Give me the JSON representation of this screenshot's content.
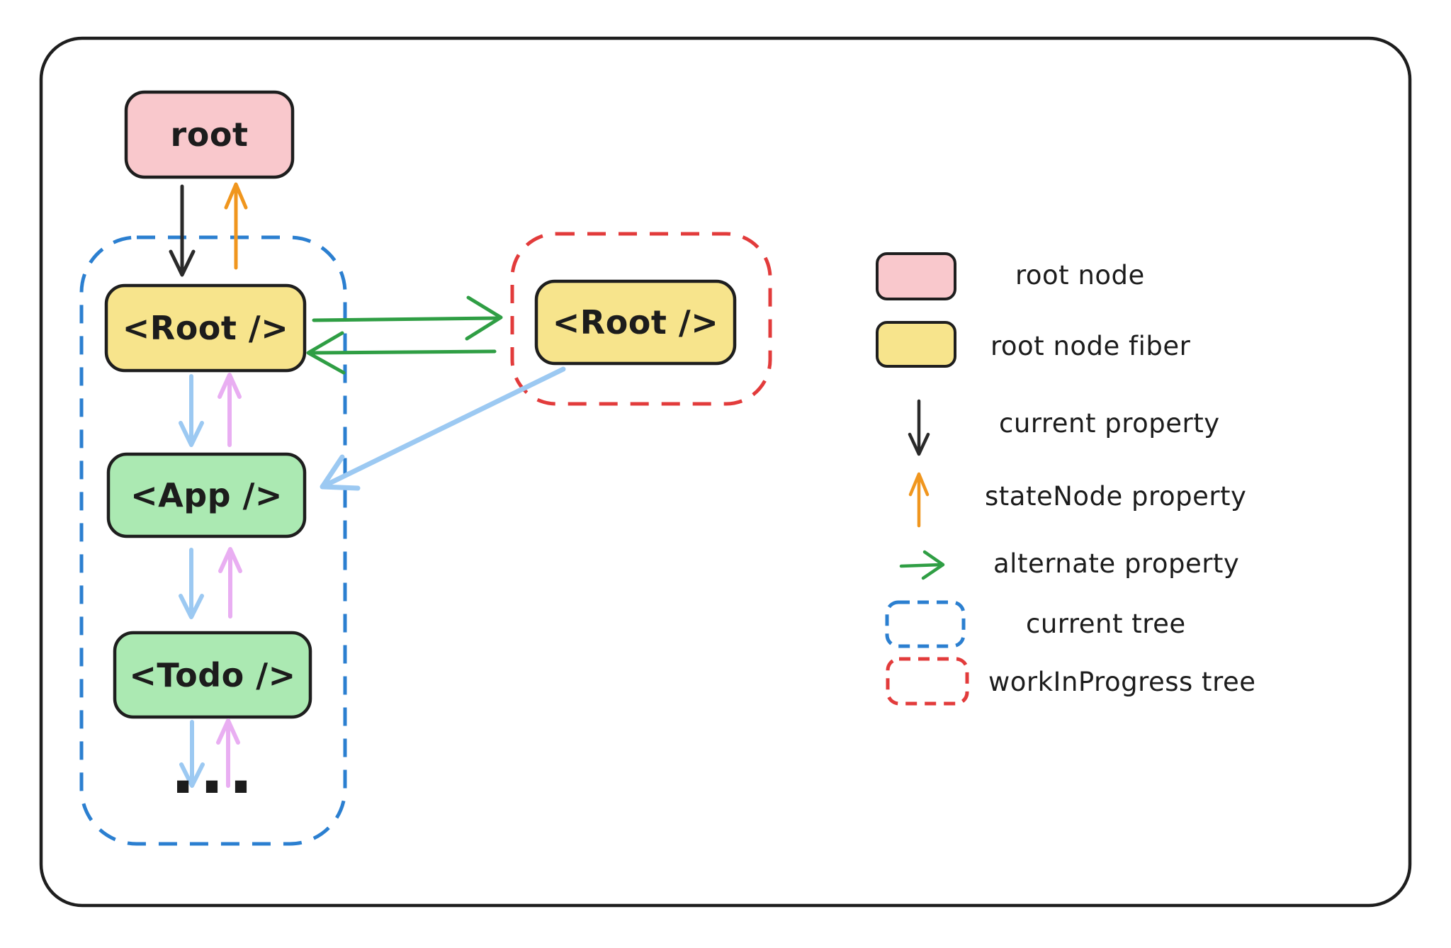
{
  "diagram": {
    "nodes": {
      "root": {
        "label": "root"
      },
      "current_root": {
        "label": "<Root />"
      },
      "app": {
        "label": "<App />"
      },
      "todo": {
        "label": "<Todo />"
      },
      "ellipsis": {
        "label": "..."
      },
      "wip_root": {
        "label": "<Root />"
      }
    },
    "trees": {
      "current": {
        "name": "current tree"
      },
      "work_in_progress": {
        "name": "workInProgress tree"
      }
    }
  },
  "legend": {
    "items": [
      {
        "swatch": "pink-box",
        "label": "root node"
      },
      {
        "swatch": "yellow-box",
        "label": "root node fiber"
      },
      {
        "swatch": "black-down-arrow",
        "label": "current property"
      },
      {
        "swatch": "orange-up-arrow",
        "label": "stateNode property"
      },
      {
        "swatch": "green-right-arrow",
        "label": "alternate property"
      },
      {
        "swatch": "blue-dashed-box",
        "label": "current tree"
      },
      {
        "swatch": "red-dashed-box",
        "label": "workInProgress tree"
      }
    ]
  },
  "colors": {
    "ink": "#1e1e1e",
    "pink_fill": "#f9c8cc",
    "yellow_fill": "#f7e48c",
    "green_fill": "#abe9b2",
    "tree_blue": "#2b7fd0",
    "tree_red": "#e23b3b",
    "arrow_black": "#2a2a2a",
    "arrow_orange": "#f0961e",
    "arrow_green": "#2f9e44",
    "arrow_lightblue": "#9cc9f2",
    "arrow_violet": "#e9aef2"
  }
}
